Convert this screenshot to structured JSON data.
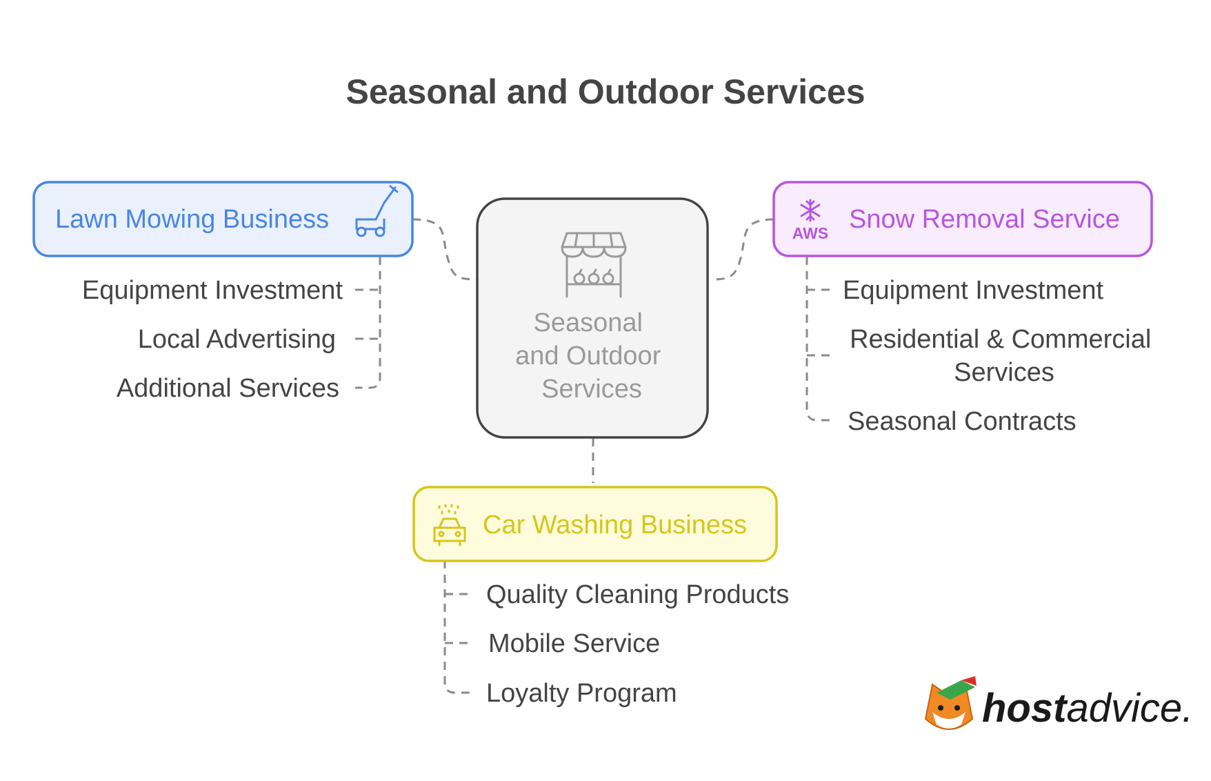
{
  "title": "Seasonal and Outdoor Services",
  "center": {
    "label_lines": [
      "Seasonal",
      "and Outdoor",
      "Services"
    ],
    "icon": "market-stall-icon"
  },
  "branches": [
    {
      "id": "lawn",
      "label": "Lawn Mowing Business",
      "icon": "lawn-mower-icon",
      "color": "#4a86e0",
      "fill": "#eaf1fd",
      "items": [
        {
          "lines": [
            "Equipment Investment"
          ]
        },
        {
          "lines": [
            "Local Advertising"
          ]
        },
        {
          "lines": [
            "Additional Services"
          ]
        }
      ]
    },
    {
      "id": "snow",
      "label": "Snow Removal Service",
      "icon": "snowflake-icon",
      "icon_text": "AWS",
      "color": "#b556e0",
      "fill": "#f9ecfd",
      "items": [
        {
          "lines": [
            "Equipment Investment"
          ]
        },
        {
          "lines": [
            "Residential & Commercial",
            "Services"
          ]
        },
        {
          "lines": [
            "Seasonal Contracts"
          ]
        }
      ]
    },
    {
      "id": "car",
      "label": "Car Washing Business",
      "icon": "car-wash-icon",
      "color": "#d6c61a",
      "fill": "#fefcdc",
      "items": [
        {
          "lines": [
            "Quality Cleaning Products"
          ]
        },
        {
          "lines": [
            "Mobile Service"
          ]
        },
        {
          "lines": [
            "Loyalty Program"
          ]
        }
      ]
    }
  ],
  "brand": {
    "text_bold": "host",
    "text_regular": "advice.",
    "icon": "fox-mascot-icon"
  }
}
